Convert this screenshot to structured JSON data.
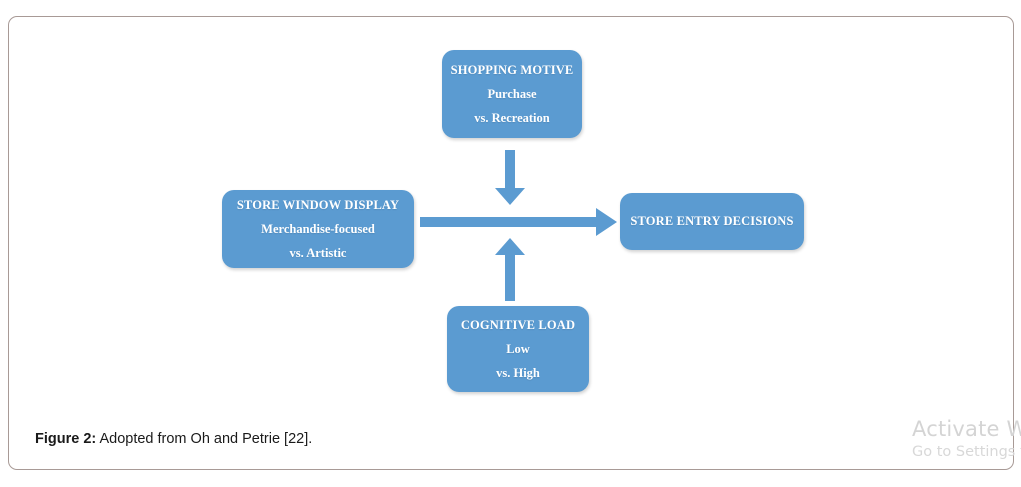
{
  "figure": {
    "caption_label": "Figure 2:",
    "caption_text": " Adopted from Oh and Petrie [22].",
    "border_color": "#a89a96",
    "node_color": "#5b9bd1",
    "arrow_color": "#5b9bd1",
    "text_color": "#ffffff"
  },
  "diagram": {
    "type": "conceptual-model",
    "nodes": [
      {
        "id": "store-window-display",
        "role": "independent-variable",
        "title": "STORE WINDOW DISPLAY",
        "level_1": "Merchandise-focused",
        "level_2": "vs. Artistic"
      },
      {
        "id": "shopping-motive",
        "role": "moderator",
        "title": "SHOPPING MOTIVE",
        "level_1": "Purchase",
        "level_2": "vs. Recreation"
      },
      {
        "id": "cognitive-load",
        "role": "moderator",
        "title": "COGNITIVE LOAD",
        "level_1": "Low",
        "level_2": "vs. High"
      },
      {
        "id": "store-entry-decisions",
        "role": "dependent-variable",
        "title": "STORE ENTRY DECISIONS"
      }
    ],
    "arrows": [
      {
        "id": "main-effect",
        "from": "store-window-display",
        "to": "store-entry-decisions",
        "direction": "right"
      },
      {
        "id": "moderation-top",
        "from": "shopping-motive",
        "to": "main-effect",
        "direction": "down"
      },
      {
        "id": "moderation-bottom",
        "from": "cognitive-load",
        "to": "main-effect",
        "direction": "up"
      }
    ]
  },
  "watermark": {
    "title": "Activate Win",
    "subtitle": "Go to Settings to"
  }
}
